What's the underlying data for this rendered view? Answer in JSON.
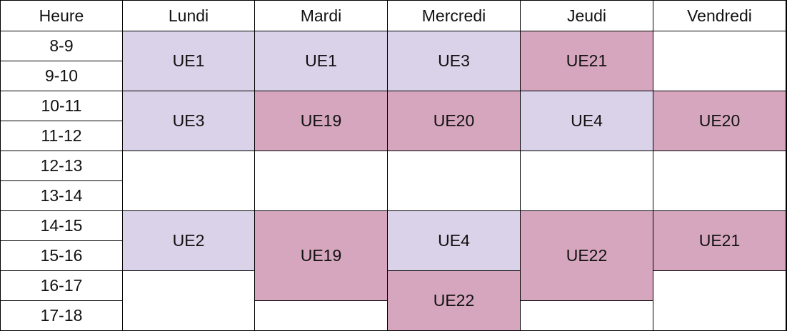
{
  "colors": {
    "ue_light": "#d9d2e9",
    "ue_pink": "#d5a6bd",
    "empty": "#ffffff"
  },
  "header": {
    "hour_label": "Heure",
    "days": [
      "Lundi",
      "Mardi",
      "Mercredi",
      "Jeudi",
      "Vendredi"
    ]
  },
  "hours": [
    "8-9",
    "9-10",
    "10-11",
    "11-12",
    "12-13",
    "13-14",
    "14-15",
    "15-16",
    "16-17",
    "17-18"
  ],
  "courses": [
    {
      "label": "UE1",
      "day": 0,
      "start": 0,
      "span": 2,
      "color": "ue_light"
    },
    {
      "label": "UE1",
      "day": 1,
      "start": 0,
      "span": 2,
      "color": "ue_light"
    },
    {
      "label": "UE3",
      "day": 2,
      "start": 0,
      "span": 2,
      "color": "ue_light"
    },
    {
      "label": "UE21",
      "day": 3,
      "start": 0,
      "span": 2,
      "color": "ue_pink"
    },
    {
      "label": "",
      "day": 4,
      "start": 0,
      "span": 2,
      "color": "empty"
    },
    {
      "label": "UE3",
      "day": 0,
      "start": 2,
      "span": 2,
      "color": "ue_light"
    },
    {
      "label": "UE19",
      "day": 1,
      "start": 2,
      "span": 2,
      "color": "ue_pink"
    },
    {
      "label": "UE20",
      "day": 2,
      "start": 2,
      "span": 2,
      "color": "ue_pink"
    },
    {
      "label": "UE4",
      "day": 3,
      "start": 2,
      "span": 2,
      "color": "ue_light"
    },
    {
      "label": "UE20",
      "day": 4,
      "start": 2,
      "span": 2,
      "color": "ue_pink"
    },
    {
      "label": "",
      "day": 0,
      "start": 4,
      "span": 2,
      "color": "empty"
    },
    {
      "label": "",
      "day": 1,
      "start": 4,
      "span": 2,
      "color": "empty"
    },
    {
      "label": "",
      "day": 2,
      "start": 4,
      "span": 2,
      "color": "empty"
    },
    {
      "label": "",
      "day": 3,
      "start": 4,
      "span": 2,
      "color": "empty"
    },
    {
      "label": "",
      "day": 4,
      "start": 4,
      "span": 2,
      "color": "empty"
    },
    {
      "label": "UE2",
      "day": 0,
      "start": 6,
      "span": 2,
      "color": "ue_light"
    },
    {
      "label": "",
      "day": 0,
      "start": 8,
      "span": 2,
      "color": "empty"
    },
    {
      "label": "UE19",
      "day": 1,
      "start": 6,
      "span": 3,
      "color": "ue_pink"
    },
    {
      "label": "",
      "day": 1,
      "start": 9,
      "span": 1,
      "color": "empty"
    },
    {
      "label": "UE4",
      "day": 2,
      "start": 6,
      "span": 2,
      "color": "ue_light"
    },
    {
      "label": "UE22",
      "day": 2,
      "start": 8,
      "span": 2,
      "color": "ue_pink"
    },
    {
      "label": "UE22",
      "day": 3,
      "start": 6,
      "span": 3,
      "color": "ue_pink"
    },
    {
      "label": "",
      "day": 3,
      "start": 9,
      "span": 1,
      "color": "empty"
    },
    {
      "label": "UE21",
      "day": 4,
      "start": 6,
      "span": 2,
      "color": "ue_pink"
    },
    {
      "label": "",
      "day": 4,
      "start": 8,
      "span": 2,
      "color": "empty"
    }
  ]
}
